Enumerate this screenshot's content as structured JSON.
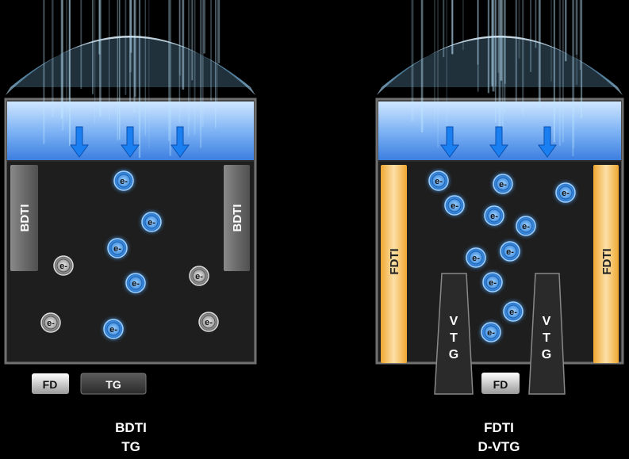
{
  "left_pixel": {
    "isolation_label": "BDTI",
    "fd_label": "FD",
    "tg_label": "TG",
    "caption_line1": "BDTI",
    "caption_line2": "TG"
  },
  "right_pixel": {
    "isolation_label": "FDTI",
    "fd_label": "FD",
    "vtg_label": "VTG",
    "caption_line1": "FDTI",
    "caption_line2": "D-VTG"
  },
  "electron_label": "e-",
  "colors": {
    "electron_blue": "#3f8fe0",
    "electron_gray": "#9a9a9a",
    "fdti_orange": "#f2b13c",
    "light_band": "#4f8fe8"
  }
}
